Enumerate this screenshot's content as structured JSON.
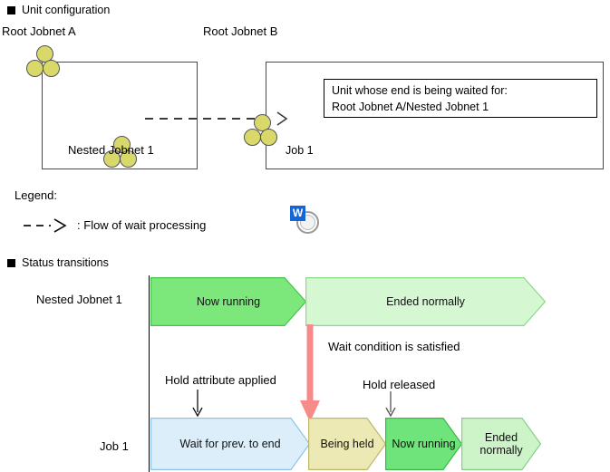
{
  "sections": {
    "unit_configuration": {
      "heading": "Unit configuration",
      "root_a_label": "Root Jobnet A",
      "root_b_label": "Root Jobnet B",
      "nested_jobnet_label": "Nested Jobnet 1",
      "job_label": "Job 1",
      "job_icon_badge": "W",
      "callout": {
        "line1": "Unit whose end is being waited for:",
        "line2": "Root Jobnet A/Nested Jobnet 1"
      },
      "wait_flow_arrow": "dashed-arrow-icon"
    },
    "legend": {
      "heading": "Legend:",
      "entries": [
        {
          "symbol": "dashed-arrow-icon",
          "separator": ":",
          "label": "Flow of wait processing"
        }
      ]
    },
    "status_transitions": {
      "heading": "Status transitions",
      "rows": [
        {
          "row_label": "Nested Jobnet 1",
          "states": [
            {
              "label": "Now running",
              "fill": "#7ce87c",
              "stroke": "#49c24b"
            },
            {
              "label": "Ended normally",
              "fill": "#d5f8d2",
              "stroke": "#8ada8a"
            }
          ]
        },
        {
          "row_label": "Job 1",
          "states": [
            {
              "label": "Wait for prev. to end",
              "fill": "#ddeefb",
              "stroke": "#8fc4e8"
            },
            {
              "label": "Being held",
              "fill": "#ece9b4",
              "stroke": "#bdb86a"
            },
            {
              "label": "Now running",
              "fill": "#6fe47a",
              "stroke": "#3cb94a"
            },
            {
              "label": "Ended normally",
              "fill": "#cdf3c9",
              "stroke": "#84d184"
            }
          ]
        }
      ],
      "annotations": [
        {
          "name": "wait-condition-satisfied",
          "label": "Wait condition is satisfied",
          "color": "#f98a8a"
        },
        {
          "name": "hold-attribute-applied",
          "label": "Hold attribute applied",
          "color": "#000000"
        },
        {
          "name": "hold-released",
          "label": "Hold released",
          "color": "#000000"
        }
      ]
    }
  },
  "colors": {
    "jobnet_circle": "#d9d86a",
    "job_badge_blue": "#1565d8",
    "red_arrow": "#f98a8a",
    "box_border": "#4a4a4a"
  }
}
